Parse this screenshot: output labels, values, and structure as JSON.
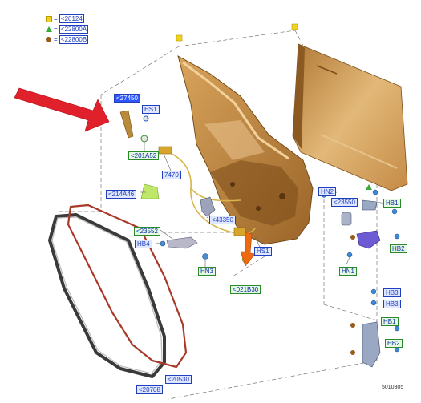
{
  "legend": [
    {
      "symbol": "yellow-square",
      "text": "<20124"
    },
    {
      "symbol": "green-triangle",
      "text": "<22800A"
    },
    {
      "symbol": "brown-dot",
      "text": "<22800B"
    }
  ],
  "callouts": {
    "c27450": "<27450",
    "hs1_top": "HS1",
    "c201A52": "<201A52",
    "c7470": "7470",
    "c214A46": "<214A46",
    "c43350": "<43350",
    "c23552": "<23552",
    "hb4": "HB4",
    "hn3": "HN3",
    "hs1_bottom": "HS1",
    "c021B30": "<021B30",
    "hn2": "HN2",
    "c23550": "<23550",
    "hb1_top": "HB1",
    "hb2_top": "HB2",
    "hn1": "HN1",
    "hb3_a": "HB3",
    "hb3_b": "HB3",
    "hb1_bottom": "HB1",
    "hb2_bottom": "HB2",
    "c20530": "<20530",
    "c20708": "<20708"
  },
  "doc_number": "5010305",
  "colors": {
    "door_panel": "#c8904a",
    "door_shadow": "#8a5a22",
    "arrow_red": "#e0202a",
    "arrow_orange": "#ee6a10",
    "seal_dark": "#3a3a3a",
    "seal_red": "#a83a2a",
    "label_blue": "#1f3fbf"
  }
}
